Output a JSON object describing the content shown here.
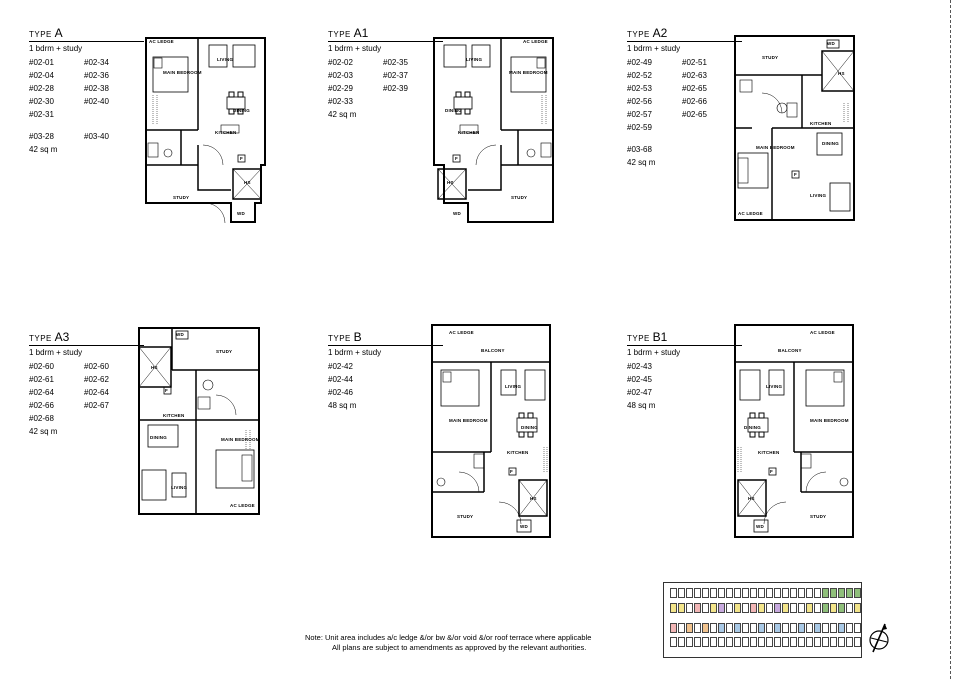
{
  "units": [
    {
      "id": "A",
      "title_prefix": "TYPE",
      "title_letter": "A",
      "desc": "1 bdrm + study",
      "col1": [
        "#02-01",
        "#02-04",
        "#02-28",
        "#02-30",
        "#02-31"
      ],
      "col2": [
        "#02-34",
        "#02-36",
        "#02-38",
        "#02-40"
      ],
      "extra_col1": [
        "#03-28"
      ],
      "extra_col2": [
        "#03-40"
      ],
      "area": "42 sq m"
    },
    {
      "id": "A1",
      "title_prefix": "TYPE",
      "title_letter": "A1",
      "desc": "1 bdrm + study",
      "col1": [
        "#02-02",
        "#02-03",
        "#02-29",
        "#02-33"
      ],
      "col2": [
        "#02-35",
        "#02-37",
        "#02-39"
      ],
      "area": "42 sq m"
    },
    {
      "id": "A2",
      "title_prefix": "TYPE",
      "title_letter": "A2",
      "desc": "1 bdrm + study",
      "col1": [
        "#02-49",
        "#02-52",
        "#02-53",
        "#02-56",
        "#02-57",
        "#02-59"
      ],
      "col2": [
        "#02-51",
        "#02-63",
        "#02-65",
        "#02-66",
        "#02-65"
      ],
      "extra_col1": [
        "#03-68"
      ],
      "area": "42 sq m"
    },
    {
      "id": "A3",
      "title_prefix": "TYPE",
      "title_letter": "A3",
      "desc": "1 bdrm + study",
      "col1": [
        "#02-60",
        "#02-61",
        "#02-64",
        "#02-66",
        "#02-68"
      ],
      "col2": [
        "#02-60",
        "#02-62",
        "#02-64",
        "#02-67"
      ],
      "area": "42 sq m"
    },
    {
      "id": "B",
      "title_prefix": "TYPE",
      "title_letter": "B",
      "desc": "1 bdrm + study",
      "col1": [
        "#02-42",
        "#02-44",
        "#02-46"
      ],
      "col2": [],
      "area": "48 sq m"
    },
    {
      "id": "B1",
      "title_prefix": "TYPE",
      "title_letter": "B1",
      "desc": "1 bdrm + study",
      "col1": [
        "#02-43",
        "#02-45",
        "#02-47"
      ],
      "col2": [],
      "area": "48 sq m"
    }
  ],
  "room_labels": {
    "ac_ledge": "AC LEDGE",
    "master_bedroom": "MAIN BEDROOM",
    "living": "LIVING",
    "dining": "DINING",
    "kitchen": "KITCHEN",
    "study": "STUDY",
    "hs": "HS",
    "wd": "WD",
    "f": "F",
    "balcony": "BALCONY"
  },
  "note": {
    "line1": "Note:  Unit area includes a/c ledge &/or bw &/or void &/or roof terrace where applicable",
    "line2": "All plans are subject to amendments as approved by the relevant authorities."
  },
  "colors": {
    "keyplan_green": "#8fbf7a",
    "keyplan_yellow": "#f3e58a",
    "keyplan_pink": "#f2b6b6",
    "keyplan_blue": "#a9c9e6",
    "keyplan_purple": "#c7a9de",
    "keyplan_orange": "#f2c48f"
  }
}
